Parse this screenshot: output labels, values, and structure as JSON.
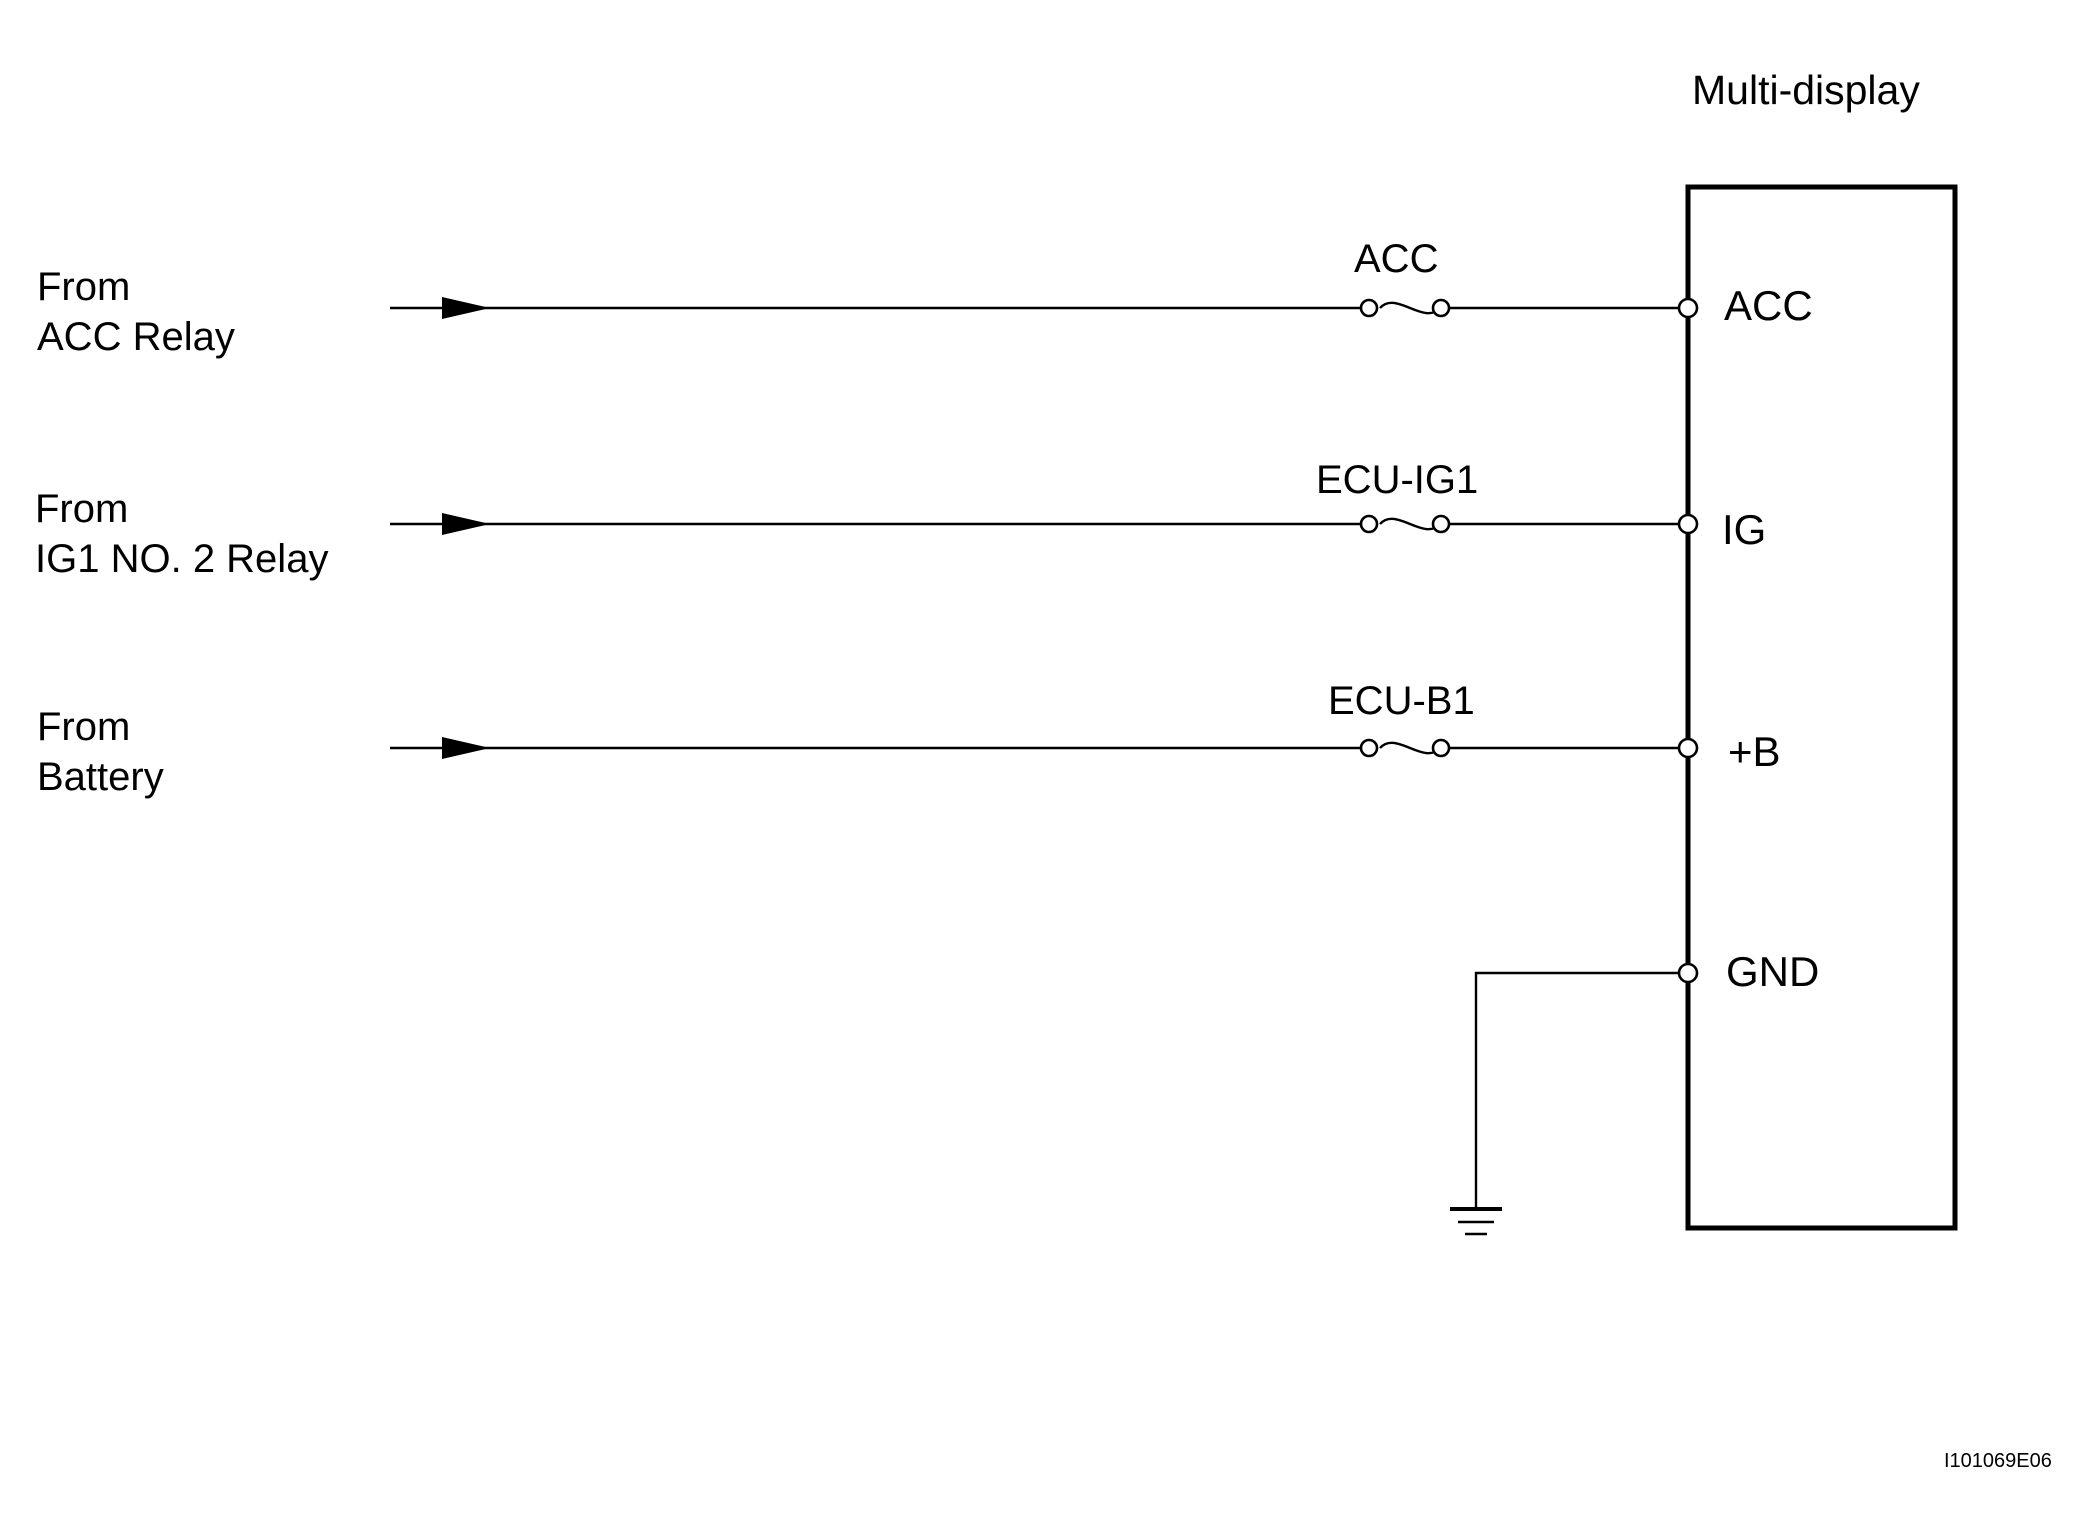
{
  "component": {
    "title": "Multi-display",
    "pins": [
      {
        "label": "ACC"
      },
      {
        "label": "IG"
      },
      {
        "label": "+B"
      },
      {
        "label": "GND"
      }
    ]
  },
  "circuits": [
    {
      "source_line1": "From",
      "source_line2": "ACC Relay",
      "fuse": "ACC",
      "pin": "ACC"
    },
    {
      "source_line1": "From",
      "source_line2": "IG1 NO. 2 Relay",
      "fuse": "ECU-IG1",
      "pin": "IG"
    },
    {
      "source_line1": "From",
      "source_line2": "Battery",
      "fuse": "ECU-B1",
      "pin": "+B"
    }
  ],
  "ground": {
    "pin": "GND",
    "icon": "ground-icon"
  },
  "figure_code": "I101069E06",
  "colors": {
    "line": "#000000",
    "background": "#ffffff"
  }
}
